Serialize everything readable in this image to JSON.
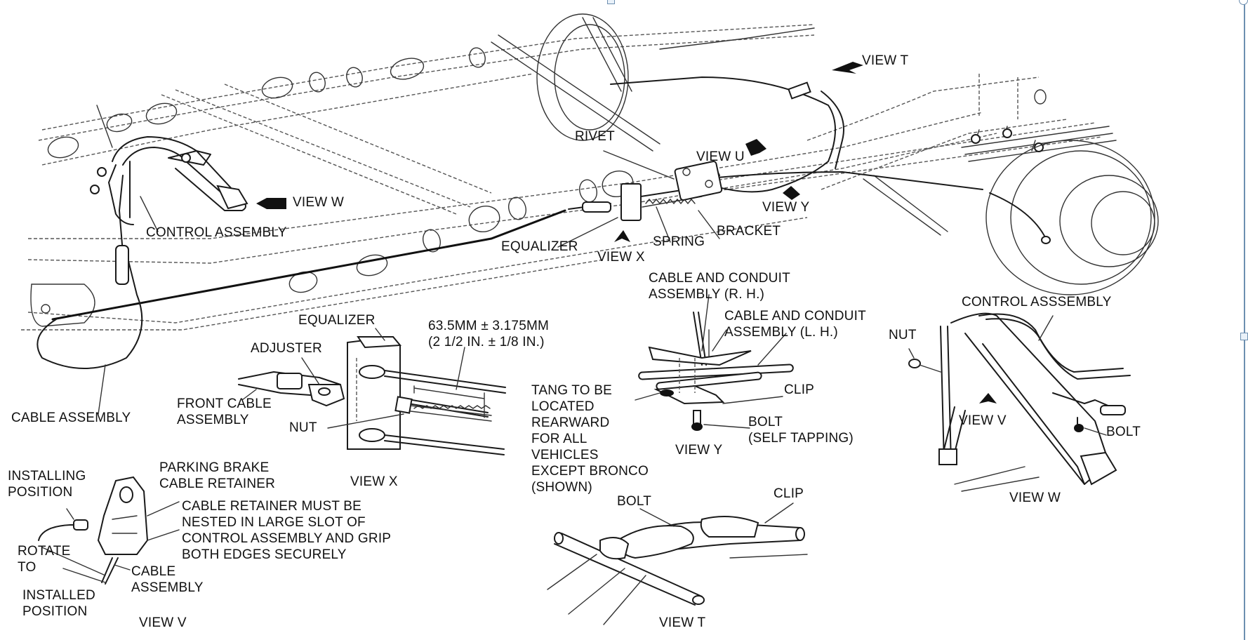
{
  "figure": {
    "title": "Parking brake cable and control assembly diagram",
    "labels": {
      "view_t_arrow": "VIEW T",
      "rivet": "RIVET",
      "view_u": "VIEW U",
      "view_w_arrow": "VIEW W",
      "view_y_arrow": "VIEW Y",
      "control_assembly": "CONTROL ASSEMBLY",
      "bracket": "BRACKET",
      "spring": "SPRING",
      "equalizer_main": "EQUALIZER",
      "view_x_arrow": "VIEW X",
      "cable_conduit_rh_1": "CABLE AND CONDUIT",
      "cable_conduit_rh_2": "ASSEMBLY (R. H.)",
      "equalizer_detail": "EQUALIZER",
      "dimension_mm": "63.5MM ± 3.175MM",
      "dimension_in": "(2 1/2 IN. ± 1/8 IN.)",
      "cable_conduit_lh_1": "CABLE AND CONDUIT",
      "cable_conduit_lh_2": "ASSEMBLY (L. H.)",
      "control_asssembly_w": "CONTROL ASSSEMBLY",
      "nut_w": "NUT",
      "adjuster": "ADJUSTER",
      "tang_note": [
        "TANG TO BE",
        "LOCATED",
        "REARWARD",
        "FOR ALL",
        "VEHICLES",
        "EXCEPT BRONCO",
        "(SHOWN)"
      ],
      "clip_y": "CLIP",
      "front_cable_1": "FRONT CABLE",
      "front_cable_2": "ASSEMBLY",
      "cable_assembly_main": "CABLE ASSEMBLY",
      "nut_x": "NUT",
      "bolt_y_1": "BOLT",
      "bolt_y_2": "(SELF TAPPING)",
      "view_v_arrow": "VIEW V",
      "bolt_w": "BOLT",
      "view_y_caption": "VIEW Y",
      "parking_brake_1": "PARKING BRAKE",
      "parking_brake_2": "CABLE RETAINER",
      "installing_1": "INSTALLING",
      "installing_2": "POSITION",
      "view_x_caption": "VIEW X",
      "bolt_t": "BOLT",
      "clip_t": "CLIP",
      "view_w_caption": "VIEW W",
      "retainer_note": [
        "CABLE RETAINER MUST BE",
        "NESTED IN LARGE SLOT OF",
        "CONTROL ASSEMBLY AND GRIP",
        "BOTH EDGES SECURELY"
      ],
      "rotate_1": "ROTATE",
      "rotate_2": "TO",
      "cable_assembly_v_1": "CABLE",
      "cable_assembly_v_2": "ASSEMBLY",
      "installed_1": "INSTALLED",
      "installed_2": "POSITION",
      "view_v_caption": "VIEW V",
      "view_t_caption": "VIEW T"
    }
  },
  "selection": {
    "state": "image-selected",
    "handles": [
      "top-center",
      "top-right-rotate",
      "right-middle"
    ],
    "frame_color": "#6d8fb0"
  }
}
